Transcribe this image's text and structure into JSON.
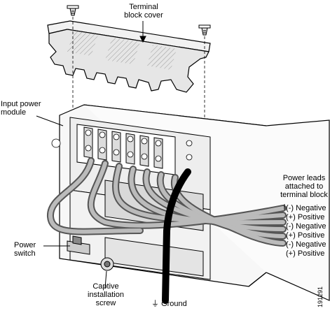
{
  "labels": {
    "cover_line1": "Terminal",
    "cover_line2": "block cover",
    "module_line1": "Input power",
    "module_line2": "module",
    "leads_line1": "Power leads",
    "leads_line2": "attached to",
    "leads_line3": "terminal block",
    "switch_line1": "Power",
    "switch_line2": "switch",
    "screw_line1": "Captive",
    "screw_line2": "installation",
    "screw_line3": "screw",
    "ground": "Ground",
    "ground_symbol": "⏚"
  },
  "leads": [
    {
      "polarity": "(-)",
      "name": "Negative"
    },
    {
      "polarity": "(+)",
      "name": "Positive"
    },
    {
      "polarity": "(-)",
      "name": "Negative"
    },
    {
      "polarity": "(+)",
      "name": "Positive"
    },
    {
      "polarity": "(-)",
      "name": "Negative"
    },
    {
      "polarity": "(+)",
      "name": "Positive"
    }
  ],
  "figure_id": "191291"
}
